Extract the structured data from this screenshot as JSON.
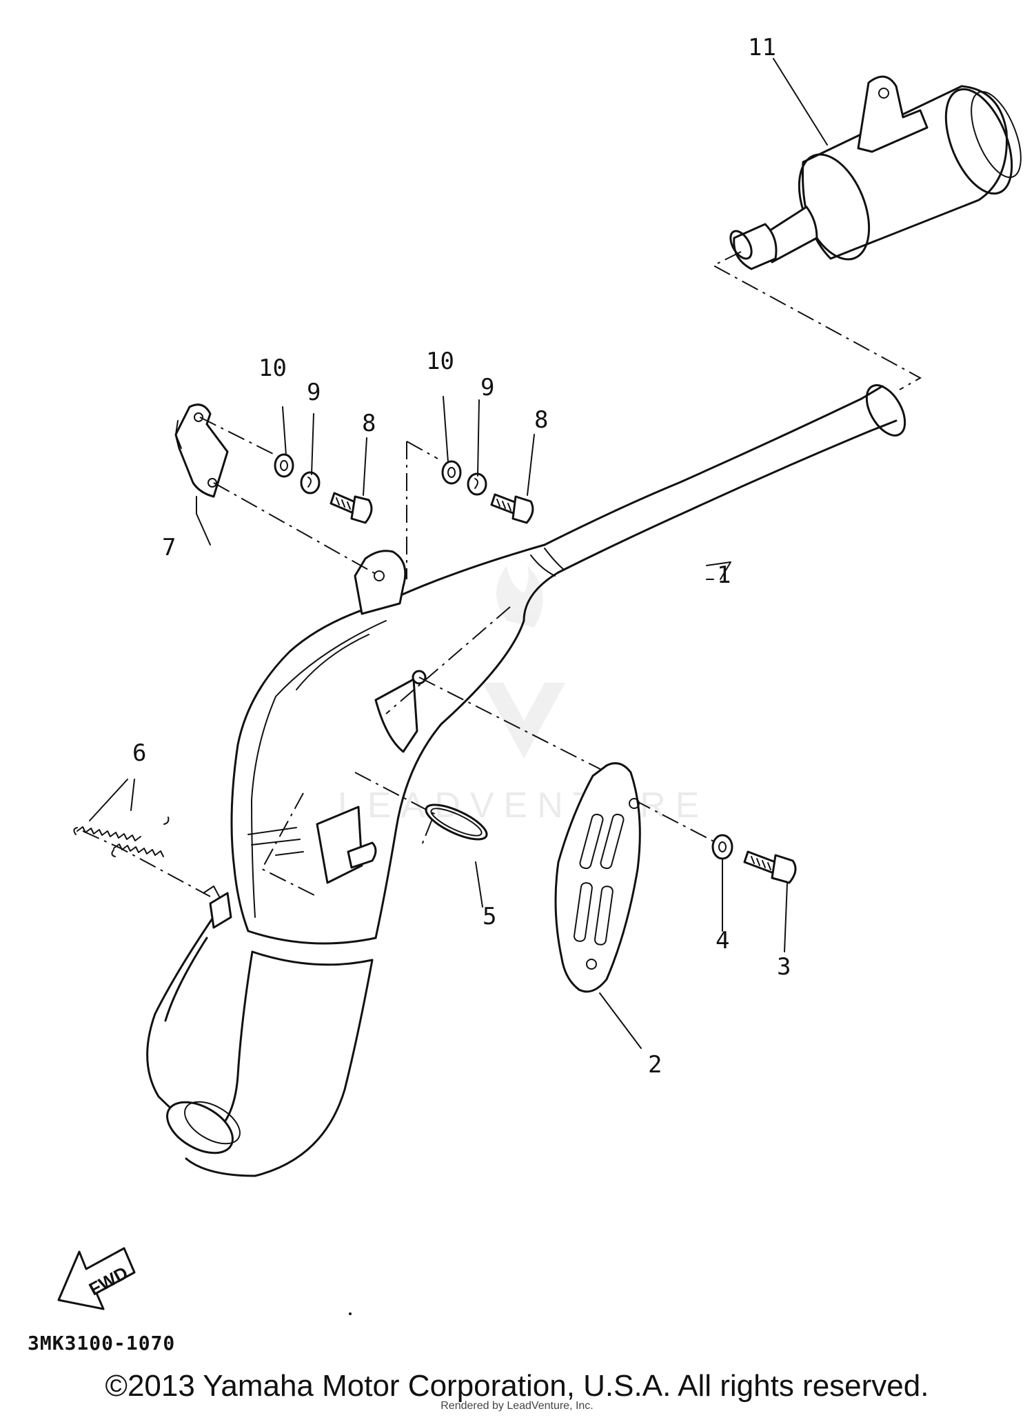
{
  "diagram": {
    "callouts": {
      "c1": "1",
      "c2": "2",
      "c3": "3",
      "c4": "4",
      "c5": "5",
      "c6": "6",
      "c7": "7",
      "c8a": "8",
      "c8b": "8",
      "c9a": "9",
      "c9b": "9",
      "c10a": "10",
      "c10b": "10",
      "c11": "11"
    },
    "forward_arrow_label": "FWD",
    "part_code": "3MK3100-1070",
    "watermark": "LEADVENTURE"
  },
  "footer": {
    "copyright": "©2013 Yamaha Motor Corporation, U.S.A. All rights reserved.",
    "credit": "Rendered by LeadVenture, Inc."
  }
}
